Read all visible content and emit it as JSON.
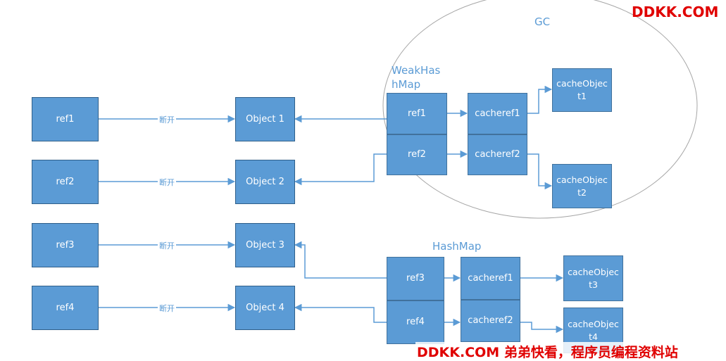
{
  "watermark_top": "DDKK.COM",
  "watermark_bottom": "DDKK.COM 弟弟快看，程序员编程资料站",
  "labels": {
    "gc": "GC",
    "weakhashmap": "WeakHashMap",
    "hashmap": "HashMap",
    "disconnect": "断开"
  },
  "refs": [
    "ref1",
    "ref2",
    "ref3",
    "ref4"
  ],
  "objects": [
    "Object 1",
    "Object 2",
    "Object 3",
    "Object 4"
  ],
  "weak_map": {
    "entries": [
      "ref1",
      "ref2"
    ],
    "cacherefs": [
      "cacheref1",
      "cacheref2"
    ],
    "cache_objects": [
      "cacheObject1",
      "cacheObject2"
    ]
  },
  "hash_map": {
    "entries": [
      "ref3",
      "ref4"
    ],
    "cacherefs": [
      "cacheref1",
      "cacheref2"
    ],
    "cache_objects": [
      "cacheObject3",
      "cacheObject4"
    ]
  },
  "colors": {
    "box": "#5b9bd5",
    "line": "#5b9bd5",
    "ellipse": "#a6a6a6",
    "watermark": "#e00000"
  }
}
